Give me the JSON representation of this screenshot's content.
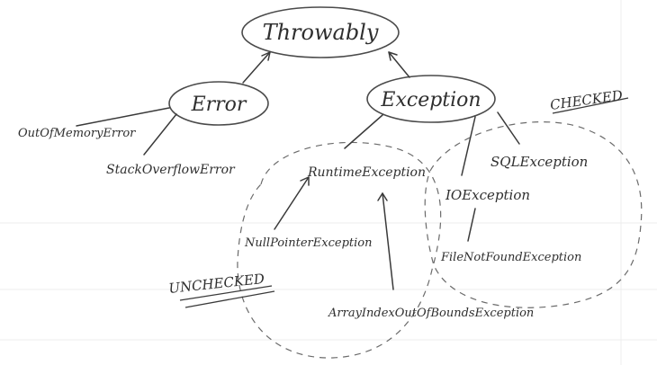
{
  "nodes": {
    "throwable": "Throwably",
    "error": "Error",
    "exception": "Exception",
    "out_of_memory_error": "OutOfMemoryError",
    "stack_overflow_error": "StackOverflowError",
    "runtime_exception": "RuntimeException",
    "sql_exception": "SQLException",
    "io_exception": "IOException",
    "null_pointer_exception": "NullPointerException",
    "array_index_out_of_bounds_exception": "ArrayIndexOutOfBoundsException",
    "file_not_found_exception": "FileNotFoundException"
  },
  "regions": {
    "checked": "CHECKED",
    "unchecked": "UNCHECKED"
  }
}
